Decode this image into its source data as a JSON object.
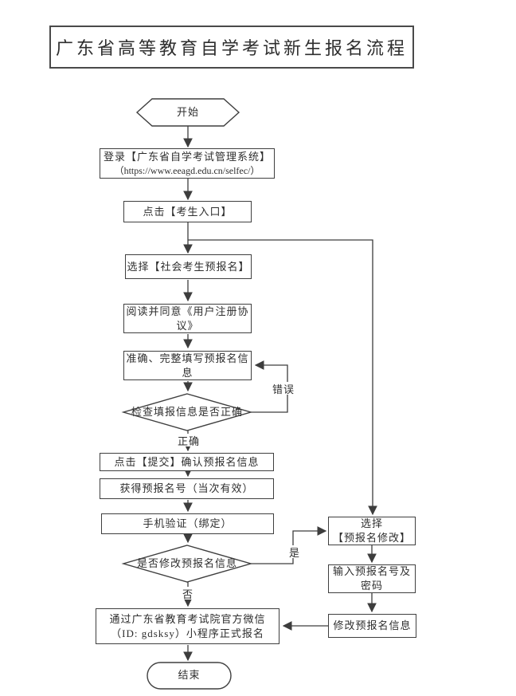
{
  "title": "广东省高等教育自学考试新生报名流程",
  "colors": {
    "line": "#3d3d3d",
    "text": "#2e2e2e",
    "background": "#ffffff"
  },
  "nodes": {
    "start": {
      "label": "开始"
    },
    "login": {
      "line1": "登录【广东省自学考试管理系统】",
      "line2": "（https://www.eeagd.edu.cn/selfec/）"
    },
    "entrance": {
      "label": "点击【考生入口】"
    },
    "select_prereg": {
      "label": "选择【社会考生预报名】"
    },
    "agreement": {
      "label": "阅读并同意《用户注册协议》"
    },
    "fill_info": {
      "label": "准确、完整填写预报名信息"
    },
    "check_info": {
      "label": "检查填报信息是否正确"
    },
    "submit": {
      "label": "点击【提交】确认预报名信息"
    },
    "get_number": {
      "label": "获得预报名号（当次有效）"
    },
    "phone_verify": {
      "label": "手机验证（绑定）"
    },
    "modify_question": {
      "label": "是否修改预报名信息"
    },
    "official": {
      "line1": "通过广东省教育考试院官方微信",
      "line2": "（ID: gdsksy）小程序正式报名"
    },
    "end": {
      "label": "结束"
    },
    "select_modify": {
      "line1": "选择",
      "line2": "【预报名修改】"
    },
    "input_number": {
      "line1": "输入预报名号及",
      "line2": "密码"
    },
    "modify_info": {
      "label": "修改预报名信息"
    }
  },
  "edges": {
    "error": "错误",
    "correct": "正确",
    "yes": "是",
    "no": "否"
  }
}
